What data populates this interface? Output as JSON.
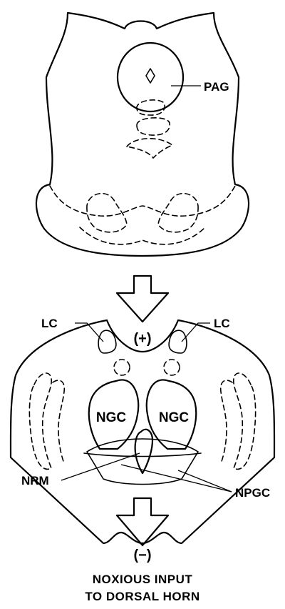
{
  "labels": {
    "pag": "PAG",
    "lc_left": "LC",
    "lc_right": "LC",
    "plus": "(+)",
    "ngc_left": "NGC",
    "ngc_right": "NGC",
    "nrm": "NRM",
    "npgc": "NPGC",
    "minus": "(−)"
  },
  "caption": {
    "line1": "NOXIOUS INPUT",
    "line2": "TO DORSAL HORN"
  }
}
